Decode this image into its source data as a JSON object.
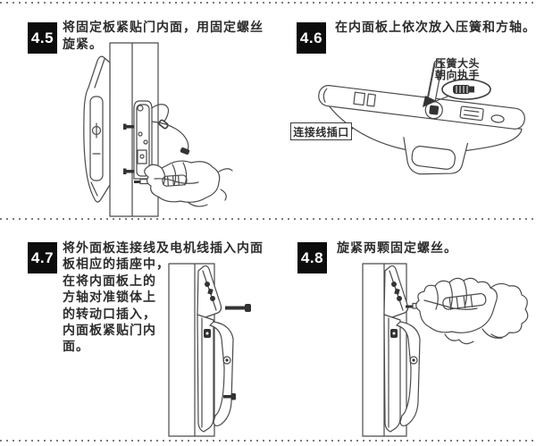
{
  "page": {
    "background": "#ffffff",
    "ink": "#2d2d2d",
    "line_art": "#4a4a4a",
    "badge_bg": "#0c0c0c",
    "badge_fg": "#ffffff",
    "dotted_rule": "#7c7c7c"
  },
  "steps": [
    {
      "number": "4.5",
      "lines": [
        "将固定板紧贴门内面，用固定螺丝",
        "旋紧。"
      ]
    },
    {
      "number": "4.6",
      "lines": [
        "在内面板上依次放入压簧和方轴。"
      ],
      "callout": {
        "line1": "压簧大头",
        "line2": "朝向执手"
      },
      "socket_label": "连接线插口"
    },
    {
      "number": "4.7",
      "lines": [
        "将外面板连接线及电机线插入内面",
        "板相应的插座中，",
        "在将内面板上的",
        "方轴对准锁体上",
        "的转动口插入，",
        "内面板紧贴门内",
        "面。"
      ]
    },
    {
      "number": "4.8",
      "lines": [
        "旋紧两颗固定螺丝。"
      ]
    }
  ]
}
